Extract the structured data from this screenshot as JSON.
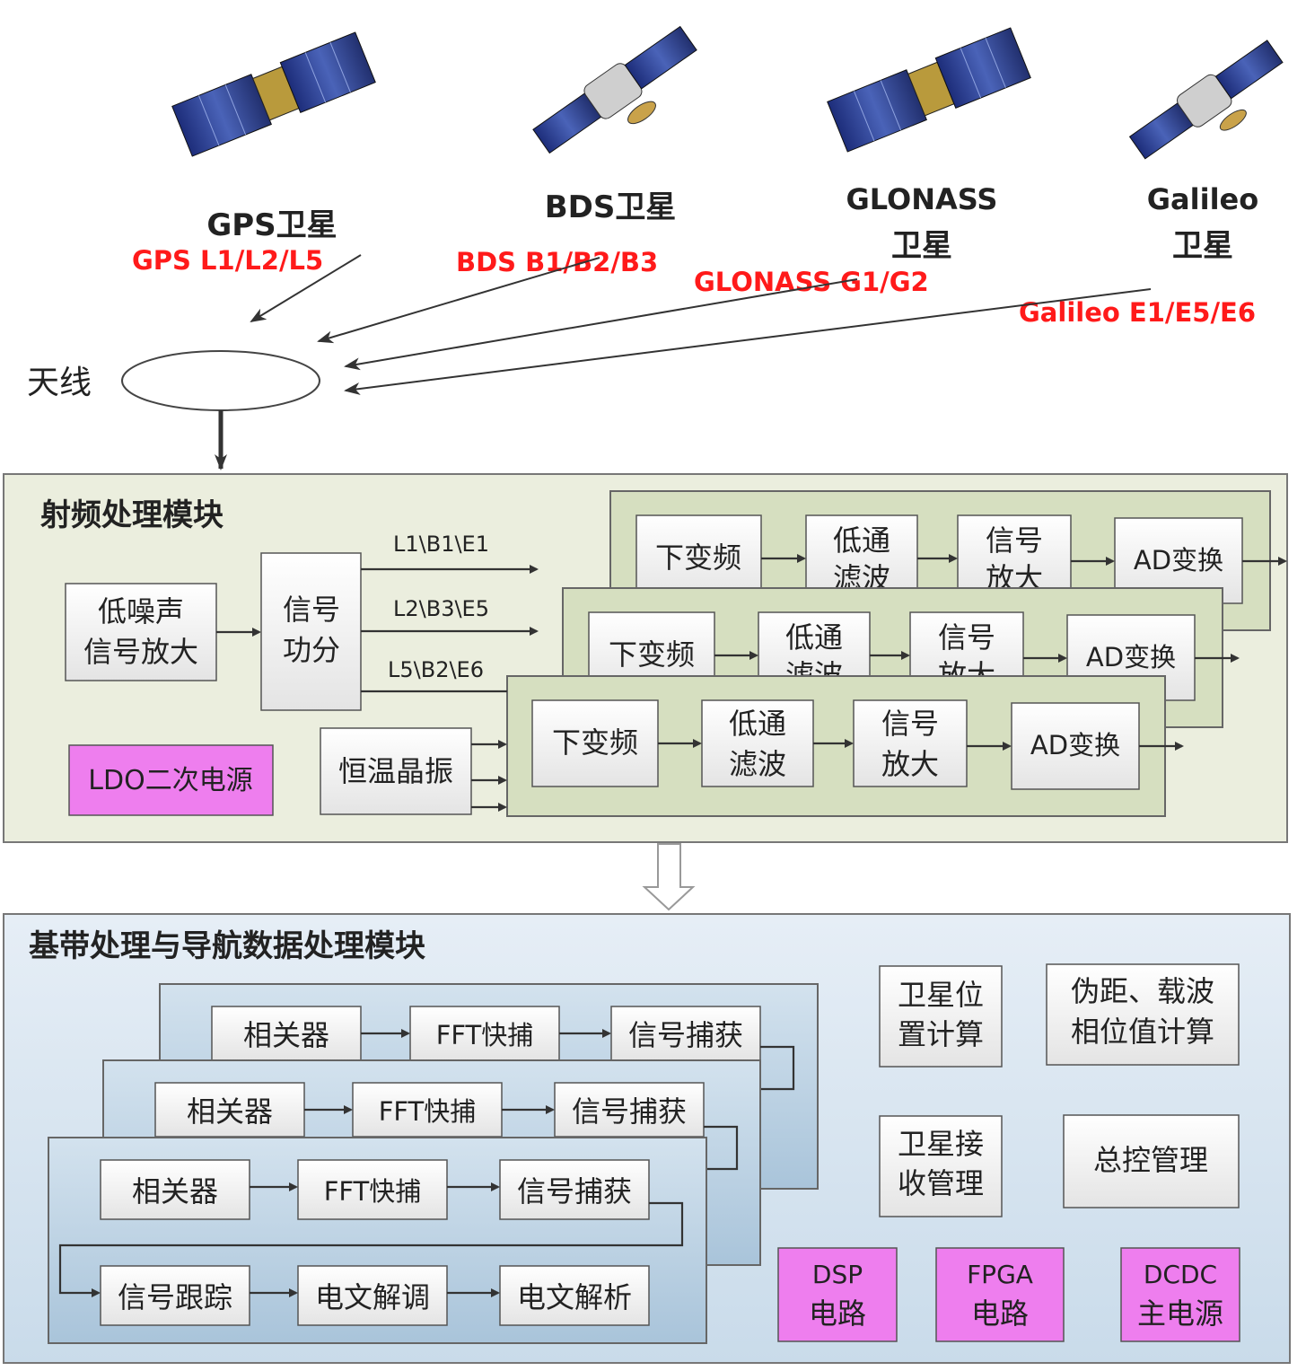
{
  "satellites": [
    {
      "name": "GPS卫星",
      "band": "GPS  L1/L2/L5"
    },
    {
      "name": "BDS卫星",
      "band": "BDS  B1/B2/B3"
    },
    {
      "name_line1": "GLONASS",
      "name_line2": "卫星",
      "band": "GLONASS  G1/G2"
    },
    {
      "name_line1": "Galileo",
      "name_line2": "卫星",
      "band": "Galileo  E1/E5/E6"
    }
  ],
  "antenna": {
    "label": "天线"
  },
  "rf_module": {
    "title": "射频处理模块",
    "lna": [
      "低噪声",
      "信号放大"
    ],
    "splitter": [
      "信号",
      "功分"
    ],
    "branch_labels": [
      "L1\\B1\\E1",
      "L2\\B3\\E5",
      "L5\\B2\\E6"
    ],
    "ocxo": "恒温晶振",
    "ldo": "LDO二次电源",
    "chain": {
      "downconvert": "下变频",
      "lowpass": [
        "低通",
        "滤波"
      ],
      "amplify": [
        "信号",
        "放大"
      ],
      "adc": "AD变换"
    }
  },
  "bb_module": {
    "title": "基带处理与导航数据处理模块",
    "chain": {
      "correlator": "相关器",
      "fft": "FFT快捕",
      "capture": "信号捕获"
    },
    "tracking": "信号跟踪",
    "demod": "电文解调",
    "parse": "电文解析",
    "sat_pos": [
      "卫星位",
      "置计算"
    ],
    "pseudorange": [
      "伪距、载波",
      "相位值计算"
    ],
    "sat_mgmt": [
      "卫星接",
      "收管理"
    ],
    "master": "总控管理",
    "dsp": [
      "DSP",
      "电路"
    ],
    "fpga": [
      "FPGA",
      "电路"
    ],
    "dcdc": [
      "DCDC",
      "主电源"
    ]
  },
  "colors": {
    "band_label": "#ff1a1a",
    "rf_bg": "#ebeede",
    "rf_inner": "#d6dfc0",
    "bb_bg": "#dce7f1",
    "bb_inner": "#b8cfe0",
    "power_box": "#ee7eee"
  }
}
